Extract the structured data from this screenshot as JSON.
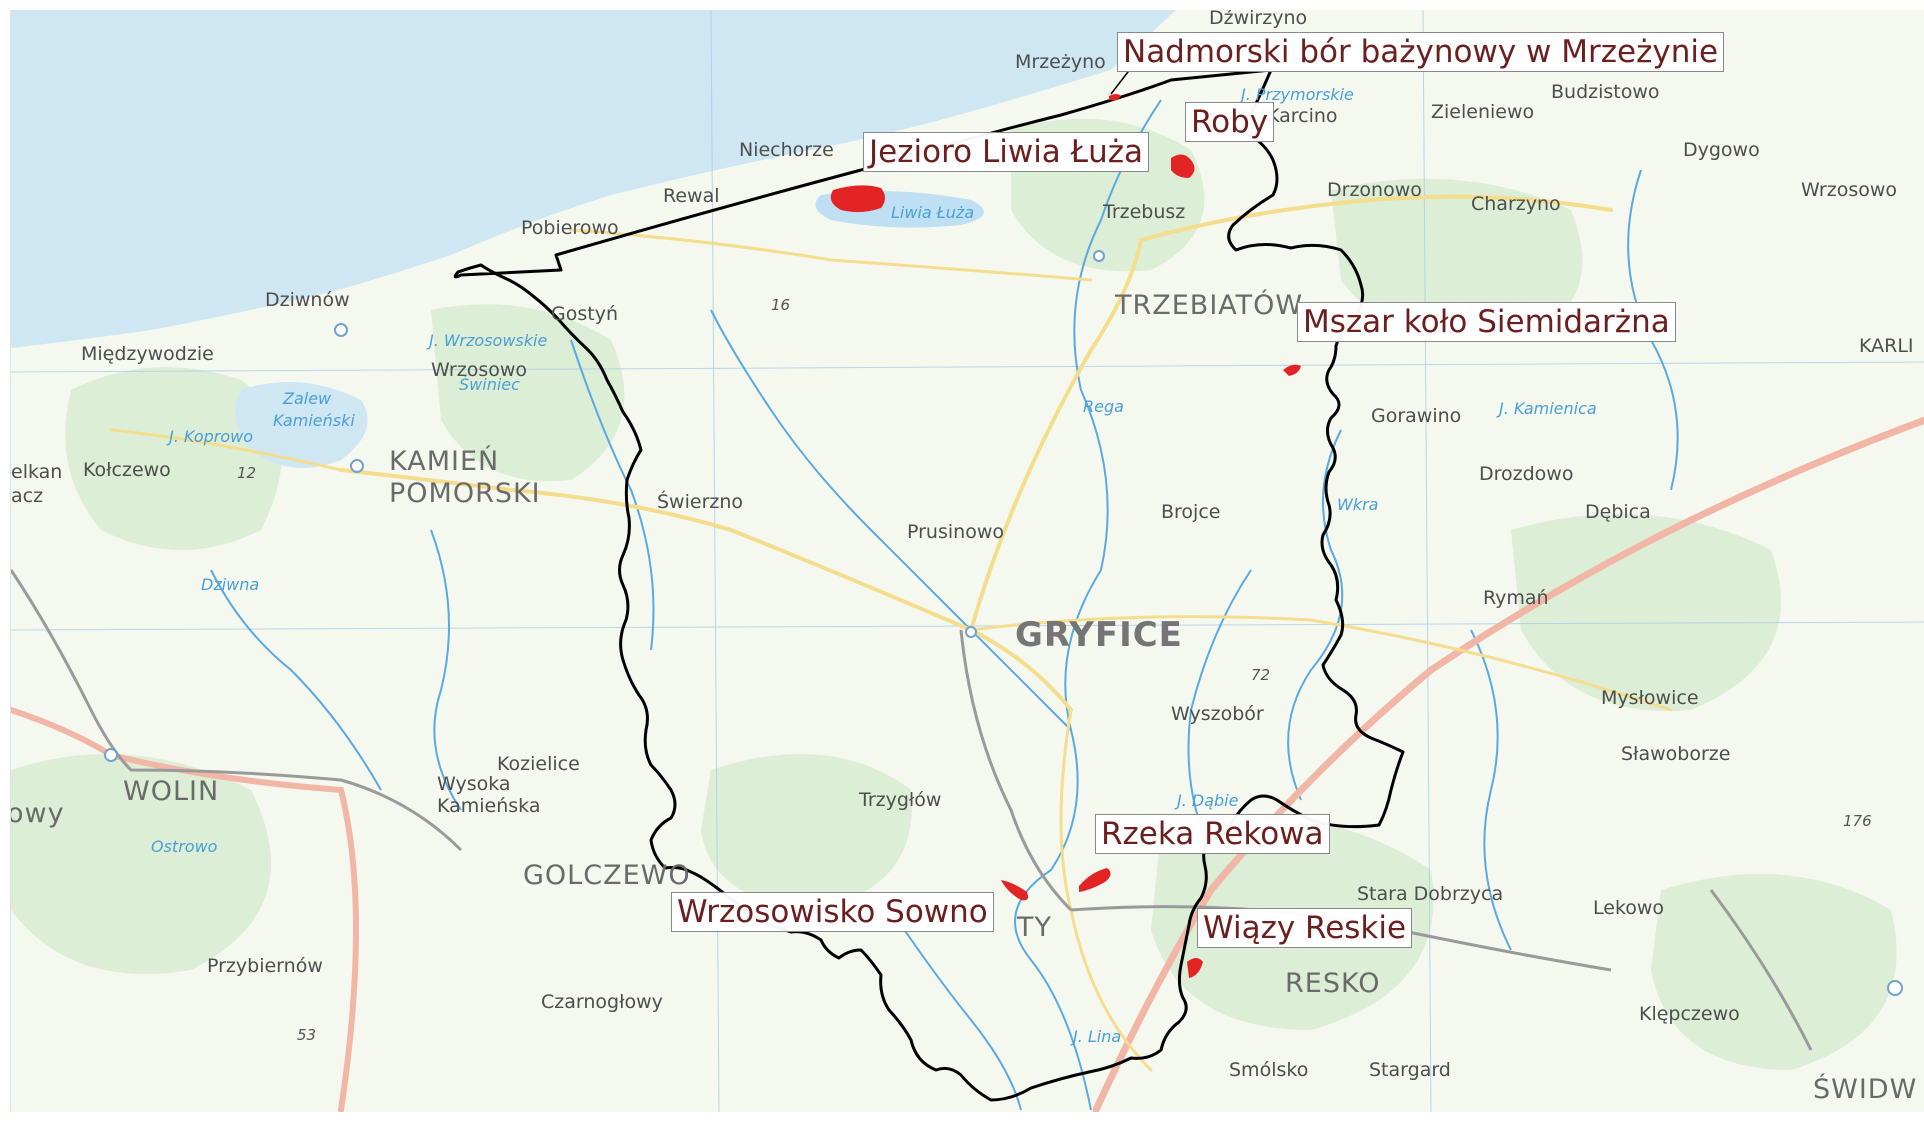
{
  "map": {
    "colors": {
      "sea": "#cfe6f3",
      "land": "#f4f8ef",
      "forest": "#d9ecd1",
      "river": "#5aa9e0",
      "boundary": "#000000",
      "protected_area": "#e32424",
      "label_text": "#6b1f1f",
      "main_road": "#f2b6a6",
      "road": "#f5dd8e",
      "rail": "#9a9a9a"
    },
    "site_labels": [
      "Nadmorski bór bażynowy w Mrzeżynie",
      "Roby",
      "Jezioro Liwia Łuża",
      "Mszar koło Siemidarżna",
      "Rzeka Rekowa",
      "Wrzosowisko Sowno",
      "Wiązy Reskie"
    ],
    "towns": {
      "dzwirzyno": "Dźwirzyno",
      "mrzezyno": "Mrzeżyno",
      "budzistowo": "Budzistowo",
      "karcino": "Karcino",
      "zieleniewo": "Zieleniewo",
      "dygowo": "Dygowo",
      "niechorze": "Niechorze",
      "rewal": "Rewal",
      "pobierowo": "Pobierowo",
      "dziwnow": "Dziwnów",
      "gostyn": "Gostyń",
      "miedzywodzie": "Międzywodzie",
      "wrzosowo": "Wrzosowo",
      "drzonowo": "Drzonowo",
      "charzyno": "Charzyno",
      "wrzosowo_e": "Wrzosowo",
      "trzebusz": "Trzebusz",
      "trzebiatow": "TRZEBIATÓW",
      "karlino": "KARLI",
      "gorawino": "Gorawino",
      "kolczewo": "Kołczewo",
      "kamien": "KAMIEŃ",
      "pomorski": "POMORSKI",
      "swierzno": "Świerzno",
      "drozdowo": "Drozdowo",
      "debica": "Dębica",
      "prusinowo": "Prusinowo",
      "brojce": "Brojce",
      "ryman": "Rymań",
      "gryfice": "GRYFICE",
      "wyszobor": "Wyszobór",
      "myslowice": "Mysłowice",
      "slawoborze": "Sławoborze",
      "wolin": "WOLIN",
      "kozielice": "Kozielice",
      "wysoka": "Wysoka",
      "kamienska": "Kamieńska",
      "trzyglow": "Trzygłów",
      "golczewo": "GOLCZEWO",
      "stara_dobrzyca": "Stara Dobrzyca",
      "lekowo": "Lekowo",
      "przybiernow": "Przybiernów",
      "czarnoglowy": "Czarnogłowy",
      "resko": "RESKO",
      "klepczewo": "Klępczewo",
      "smolsko": "Smólsko",
      "stargard": "Stargard",
      "swidwin": "ŚWIDW",
      "ploty_fragment": "TY",
      "lost_fragment": "owy",
      "frag_a": "elkan",
      "frag_b": "acz"
    },
    "water": {
      "liwia_luza": "Liwia Łuża",
      "j_wrzosowskie": "J. Wrzosowskie",
      "zalew": "Zalew",
      "kamienski": "Kamieński",
      "j_koprowo": "J. Koprowo",
      "swina": "Świniec",
      "dziwna": "Dziwna",
      "przymorskie": "J. Przymorskie",
      "rega": "Rega",
      "j_kamienica": "J. Kamienica",
      "wkra": "Wkra",
      "ostrowo": "Ostrowo",
      "j_dabie": "J. Dąbie",
      "j_lina": "J. Lina"
    },
    "road_numbers": {
      "r16": "16",
      "r12": "12",
      "r72": "72",
      "r53": "53",
      "r176": "176"
    }
  }
}
